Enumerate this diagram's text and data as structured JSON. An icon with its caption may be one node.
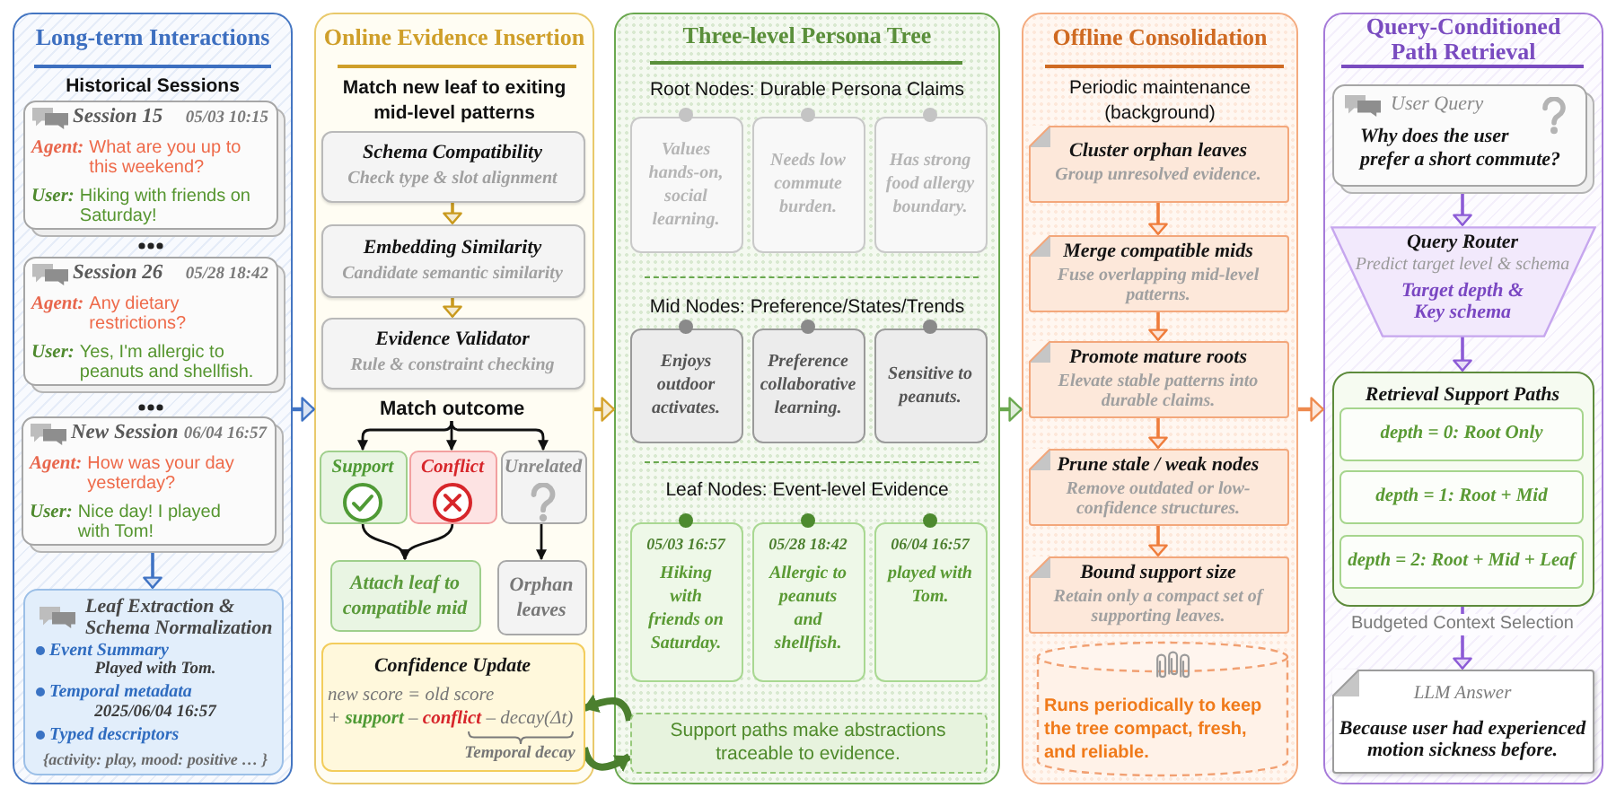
{
  "diagram": {
    "nodes": [
      {
        "text": [
          "Long-term Interactions",
          "Historical Sessions"
        ]
      },
      {
        "text": [
          "Session 15",
          "05/03 10:15",
          "Agent:",
          "What are you up to this weekend?",
          "User:",
          "Hiking with friends on Saturday!"
        ],
        "in": 0
      },
      {
        "text": [
          "Session 26",
          "05/28 18:42",
          "Agent:",
          "Any dietary restrictions?",
          "User:",
          "Yes, I'm allergic to peanuts and shellfish."
        ],
        "in": 0
      },
      {
        "text": [
          "New Session",
          "06/04 16:57",
          "Agent:",
          "How was your day yesterday?",
          "User:",
          "Nice day! I played with Tom!"
        ],
        "in": 0
      },
      {
        "text": [
          "Leaf Extraction & Schema Normalization",
          "Event Summary",
          "Played with Tom.",
          "Temporal metadata",
          "2025/06/04 16:57",
          "Typed descriptors",
          "{activity: play, mood: positive … }"
        ],
        "in": 0
      },
      {
        "text": [
          "Online Evidence Insertion",
          "Match new leaf to exiting mid-level patterns"
        ]
      },
      {
        "text": [
          "Schema Compatibility",
          "Check type & slot alignment"
        ],
        "in": 5
      },
      {
        "text": [
          "Embedding Similarity",
          "Candidate semantic similarity"
        ],
        "in": 5
      },
      {
        "text": [
          "Evidence Validator",
          "Rule & constraint checking"
        ],
        "in": 5
      },
      {
        "text": [
          "Match outcome"
        ],
        "in": 5
      },
      {
        "text": [
          "Support"
        ],
        "in": 5
      },
      {
        "text": [
          "Conflict"
        ],
        "in": 5
      },
      {
        "text": [
          "Unrelated"
        ],
        "in": 5
      },
      {
        "text": [
          "Attach leaf to compatible mid"
        ],
        "in": 5
      },
      {
        "text": [
          "Orphan leaves"
        ],
        "in": 5
      },
      {
        "text": [
          "Confidence Update",
          "new score = old score",
          "+ **support** – **conflict** – decay(Δt)",
          "Temporal decay"
        ],
        "in": 5
      },
      {
        "text": [
          "Three-level Persona Tree",
          "Root Nodes: Durable Persona Claims",
          "Mid Nodes: Preference/States/Trends",
          "Leaf Nodes: Event-level Evidence"
        ]
      },
      {
        "text": [
          "Values hands-on, social learning."
        ],
        "in": 16
      },
      {
        "text": [
          "Needs low commute burden."
        ],
        "in": 16
      },
      {
        "text": [
          "Has strong food allergy boundary."
        ],
        "in": 16
      },
      {
        "text": [
          "Enjoys outdoor activates."
        ],
        "in": 16
      },
      {
        "text": [
          "Preference collaborative learning."
        ],
        "in": 16
      },
      {
        "text": [
          "Sensitive to peanuts."
        ],
        "in": 16
      },
      {
        "text": [
          "05/03 16:57",
          "Hiking with friends on Saturday."
        ],
        "in": 16
      },
      {
        "text": [
          "05/28 18:42",
          "Allergic to peanuts and shellfish."
        ],
        "in": 16
      },
      {
        "text": [
          "06/04 16:57",
          "played with Tom."
        ],
        "in": 16
      },
      {
        "text": [
          "Support paths make abstractions traceable to evidence."
        ],
        "in": 16
      },
      {
        "text": [
          "Offline Consolidation",
          "Periodic maintenance (background)"
        ]
      },
      {
        "text": [
          "Cluster orphan leaves",
          "Group unresolved evidence."
        ],
        "in": 27
      },
      {
        "text": [
          "Merge compatible mids",
          "Fuse overlapping mid-level patterns."
        ],
        "in": 27
      },
      {
        "text": [
          "Promote mature roots",
          "Elevate stable patterns into durable claims."
        ],
        "in": 27
      },
      {
        "text": [
          "Prune stale / weak nodes",
          "Remove outdated or low-confidence structures."
        ],
        "in": 27
      },
      {
        "text": [
          "Bound support size",
          "Retain only a compact set of supporting leaves."
        ],
        "in": 27
      },
      {
        "text": [
          "Runs periodically to keep the tree compact, fresh, and reliable."
        ],
        "in": 27
      },
      {
        "text": [
          "Query-Conditioned Path Retrieval"
        ]
      },
      {
        "text": [
          "User Query",
          "Why does the user prefer a short commute?"
        ],
        "in": 34
      },
      {
        "text": [
          "Query Router",
          "Predict target level & schema",
          "Target depth & Key schema"
        ],
        "in": 34
      },
      {
        "text": [
          "Retrieval Support Paths"
        ],
        "in": 34
      },
      {
        "text": [
          "depth = 0: Root Only"
        ],
        "in": 37
      },
      {
        "text": [
          "depth = 1: Root + Mid"
        ],
        "in": 37
      },
      {
        "text": [
          "depth = 2: Root + Mid + Leaf"
        ],
        "in": 37
      },
      {
        "text": [
          "LLM Answer",
          "Because user had experienced motion sickness before."
        ],
        "in": 34
      }
    ],
    "edges": [
      {
        "from": 0,
        "to": 5,
        "arrow": "to",
        "color": "#3f73c4"
      },
      {
        "from": 5,
        "to": 16,
        "arrow": "to",
        "color": "#d4a22a"
      },
      {
        "from": 16,
        "to": 27,
        "arrow": "to",
        "color": "#6aa84f"
      },
      {
        "from": 27,
        "to": 34,
        "arrow": "to",
        "color": "#ee8a4e"
      },
      {
        "from": 3,
        "to": 4,
        "arrow": "to",
        "color": "#3f73c4"
      },
      {
        "from": 6,
        "to": 7,
        "arrow": "to",
        "color": "#c99a1e"
      },
      {
        "from": 7,
        "to": 8,
        "arrow": "to",
        "color": "#c99a1e"
      },
      {
        "from": 9,
        "to": 10,
        "arrow": "to"
      },
      {
        "from": 9,
        "to": 11,
        "arrow": "to"
      },
      {
        "from": 9,
        "to": 12,
        "arrow": "to"
      },
      {
        "from": 10,
        "to": 13,
        "arrow": "to"
      },
      {
        "from": 11,
        "to": 13,
        "arrow": "to"
      },
      {
        "from": 12,
        "to": 14,
        "arrow": "to"
      },
      {
        "from": 26,
        "to": 15,
        "arrow": "to",
        "style": "thick",
        "color": "#4b7f2e"
      },
      {
        "from": 15,
        "to": 26,
        "arrow": "to",
        "style": "thick",
        "color": "#4b7f2e"
      },
      {
        "from": 28,
        "to": 29,
        "arrow": "to",
        "color": "#ef7d3c"
      },
      {
        "from": 29,
        "to": 30,
        "arrow": "to",
        "color": "#ef7d3c"
      },
      {
        "from": 30,
        "to": 31,
        "arrow": "to",
        "color": "#ef7d3c"
      },
      {
        "from": 31,
        "to": 32,
        "arrow": "to",
        "color": "#ef7d3c"
      },
      {
        "from": 35,
        "to": 36,
        "arrow": "to",
        "color": "#8c5bd6"
      },
      {
        "from": 36,
        "to": 37,
        "arrow": "to",
        "color": "#8c5bd6"
      },
      {
        "from": 37,
        "to": 41,
        "arrow": "to",
        "color": "#8c5bd6",
        "label": "Budgeted Context Selection"
      }
    ]
  }
}
